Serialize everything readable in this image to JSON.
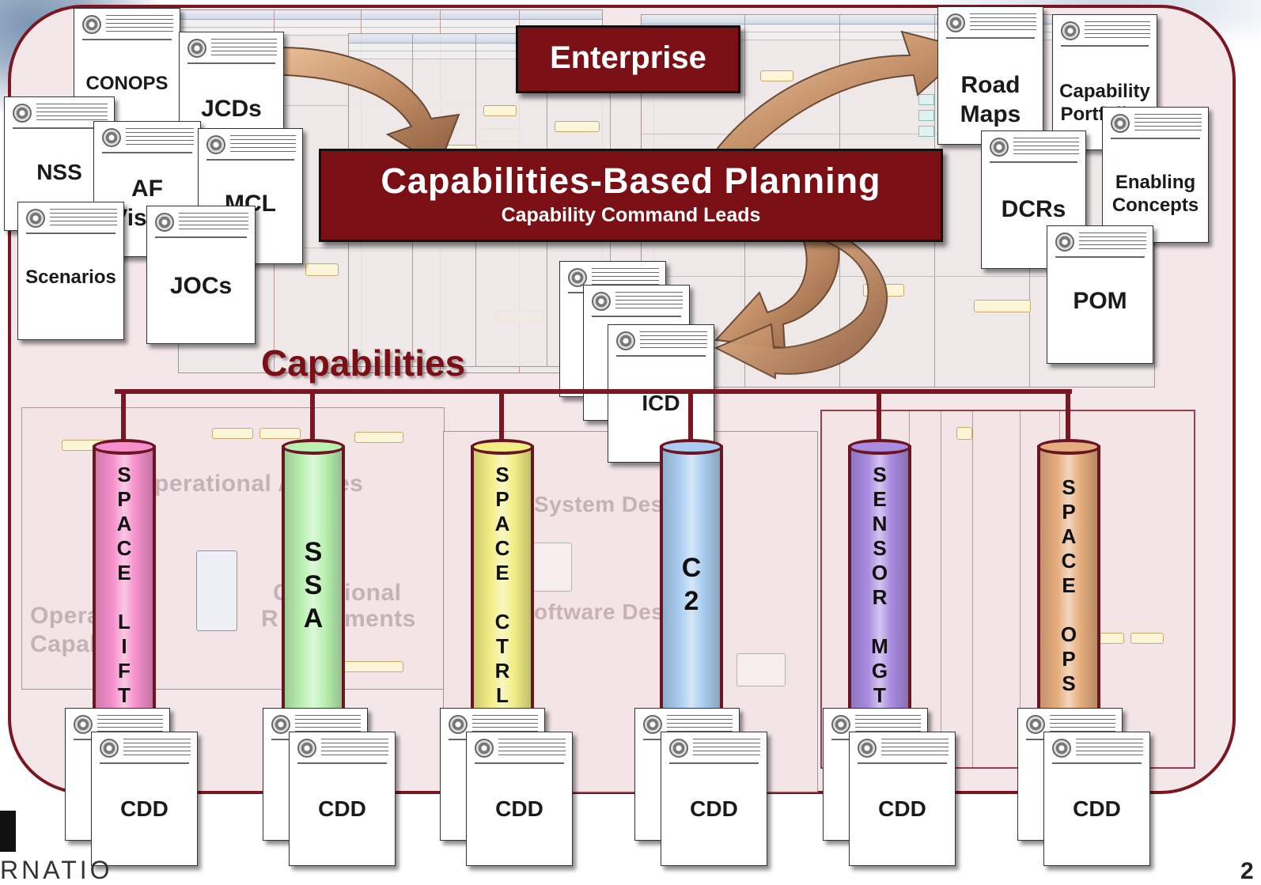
{
  "top_banner": {
    "label": "Enterprise"
  },
  "center_banner": {
    "title": "Capabilities-Based Planning",
    "subtitle": "Capability Command Leads"
  },
  "capabilities_heading": "Capabilities",
  "left_documents": [
    {
      "id": "conops",
      "label": "CONOPS"
    },
    {
      "id": "jcds",
      "label": "JCDs"
    },
    {
      "id": "nss",
      "label": "NSS"
    },
    {
      "id": "af-vision",
      "label": "AF\nVision"
    },
    {
      "id": "mcl",
      "label": "MCL"
    },
    {
      "id": "scenarios",
      "label": "Scenarios"
    },
    {
      "id": "jocs",
      "label": "JOCs"
    }
  ],
  "right_documents": [
    {
      "id": "road-maps",
      "label": "Road\nMaps"
    },
    {
      "id": "capability-portfolios",
      "label": "Capability\nPortfolios"
    },
    {
      "id": "dcrs",
      "label": "DCRs"
    },
    {
      "id": "enabling-concepts",
      "label": "Enabling\nConcepts"
    },
    {
      "id": "pom",
      "label": "POM"
    }
  ],
  "icd_document": {
    "label": "ICD"
  },
  "pillars": [
    {
      "id": "space-lift",
      "label": "S\nP\nA\nC\nE\n\nL\nI\nF\nT",
      "color": "#f58fcb"
    },
    {
      "id": "ssa",
      "label": "S\nS\nA",
      "color": "#b9f0b0"
    },
    {
      "id": "space-ctrl",
      "label": "S\nP\nA\nC\nE\n\nC\nT\nR\nL",
      "color": "#f2ee86"
    },
    {
      "id": "c2",
      "label": "C\n2",
      "color": "#a9cdf0"
    },
    {
      "id": "sensor-mgt",
      "label": "S\nE\nN\nS\nO\nR\n\nM\nG\nT",
      "color": "#a98be0"
    },
    {
      "id": "space-ops",
      "label": "S\nP\nA\nC\nE\n\nO\nP\nS",
      "color": "#e5ad7d"
    }
  ],
  "cdd_documents": [
    {
      "label": "CDD"
    },
    {
      "label": "CDD"
    },
    {
      "label": "CDD"
    },
    {
      "label": "CDD"
    },
    {
      "label": "CDD"
    },
    {
      "label": "CDD"
    }
  ],
  "background_fragments": {
    "operational_activities": "perational A",
    "operational_activities_end": "es",
    "operational_capab_1": "Opera",
    "operational_capab_2": "Capab",
    "operational_requirements_1": "C",
    "operational_requirements_2": "ional",
    "operational_requirements_3": "R",
    "operational_requirements_4": "ments",
    "system_design": "System Des",
    "software_design": "oftware Des"
  },
  "footer_logo_text": "RNATIO",
  "page_number": "2",
  "colors": {
    "maroon": "#7b0f16",
    "frame": "#7a1722",
    "frame_fill": "#f4e7ea",
    "arrow": "#c99a6f"
  }
}
